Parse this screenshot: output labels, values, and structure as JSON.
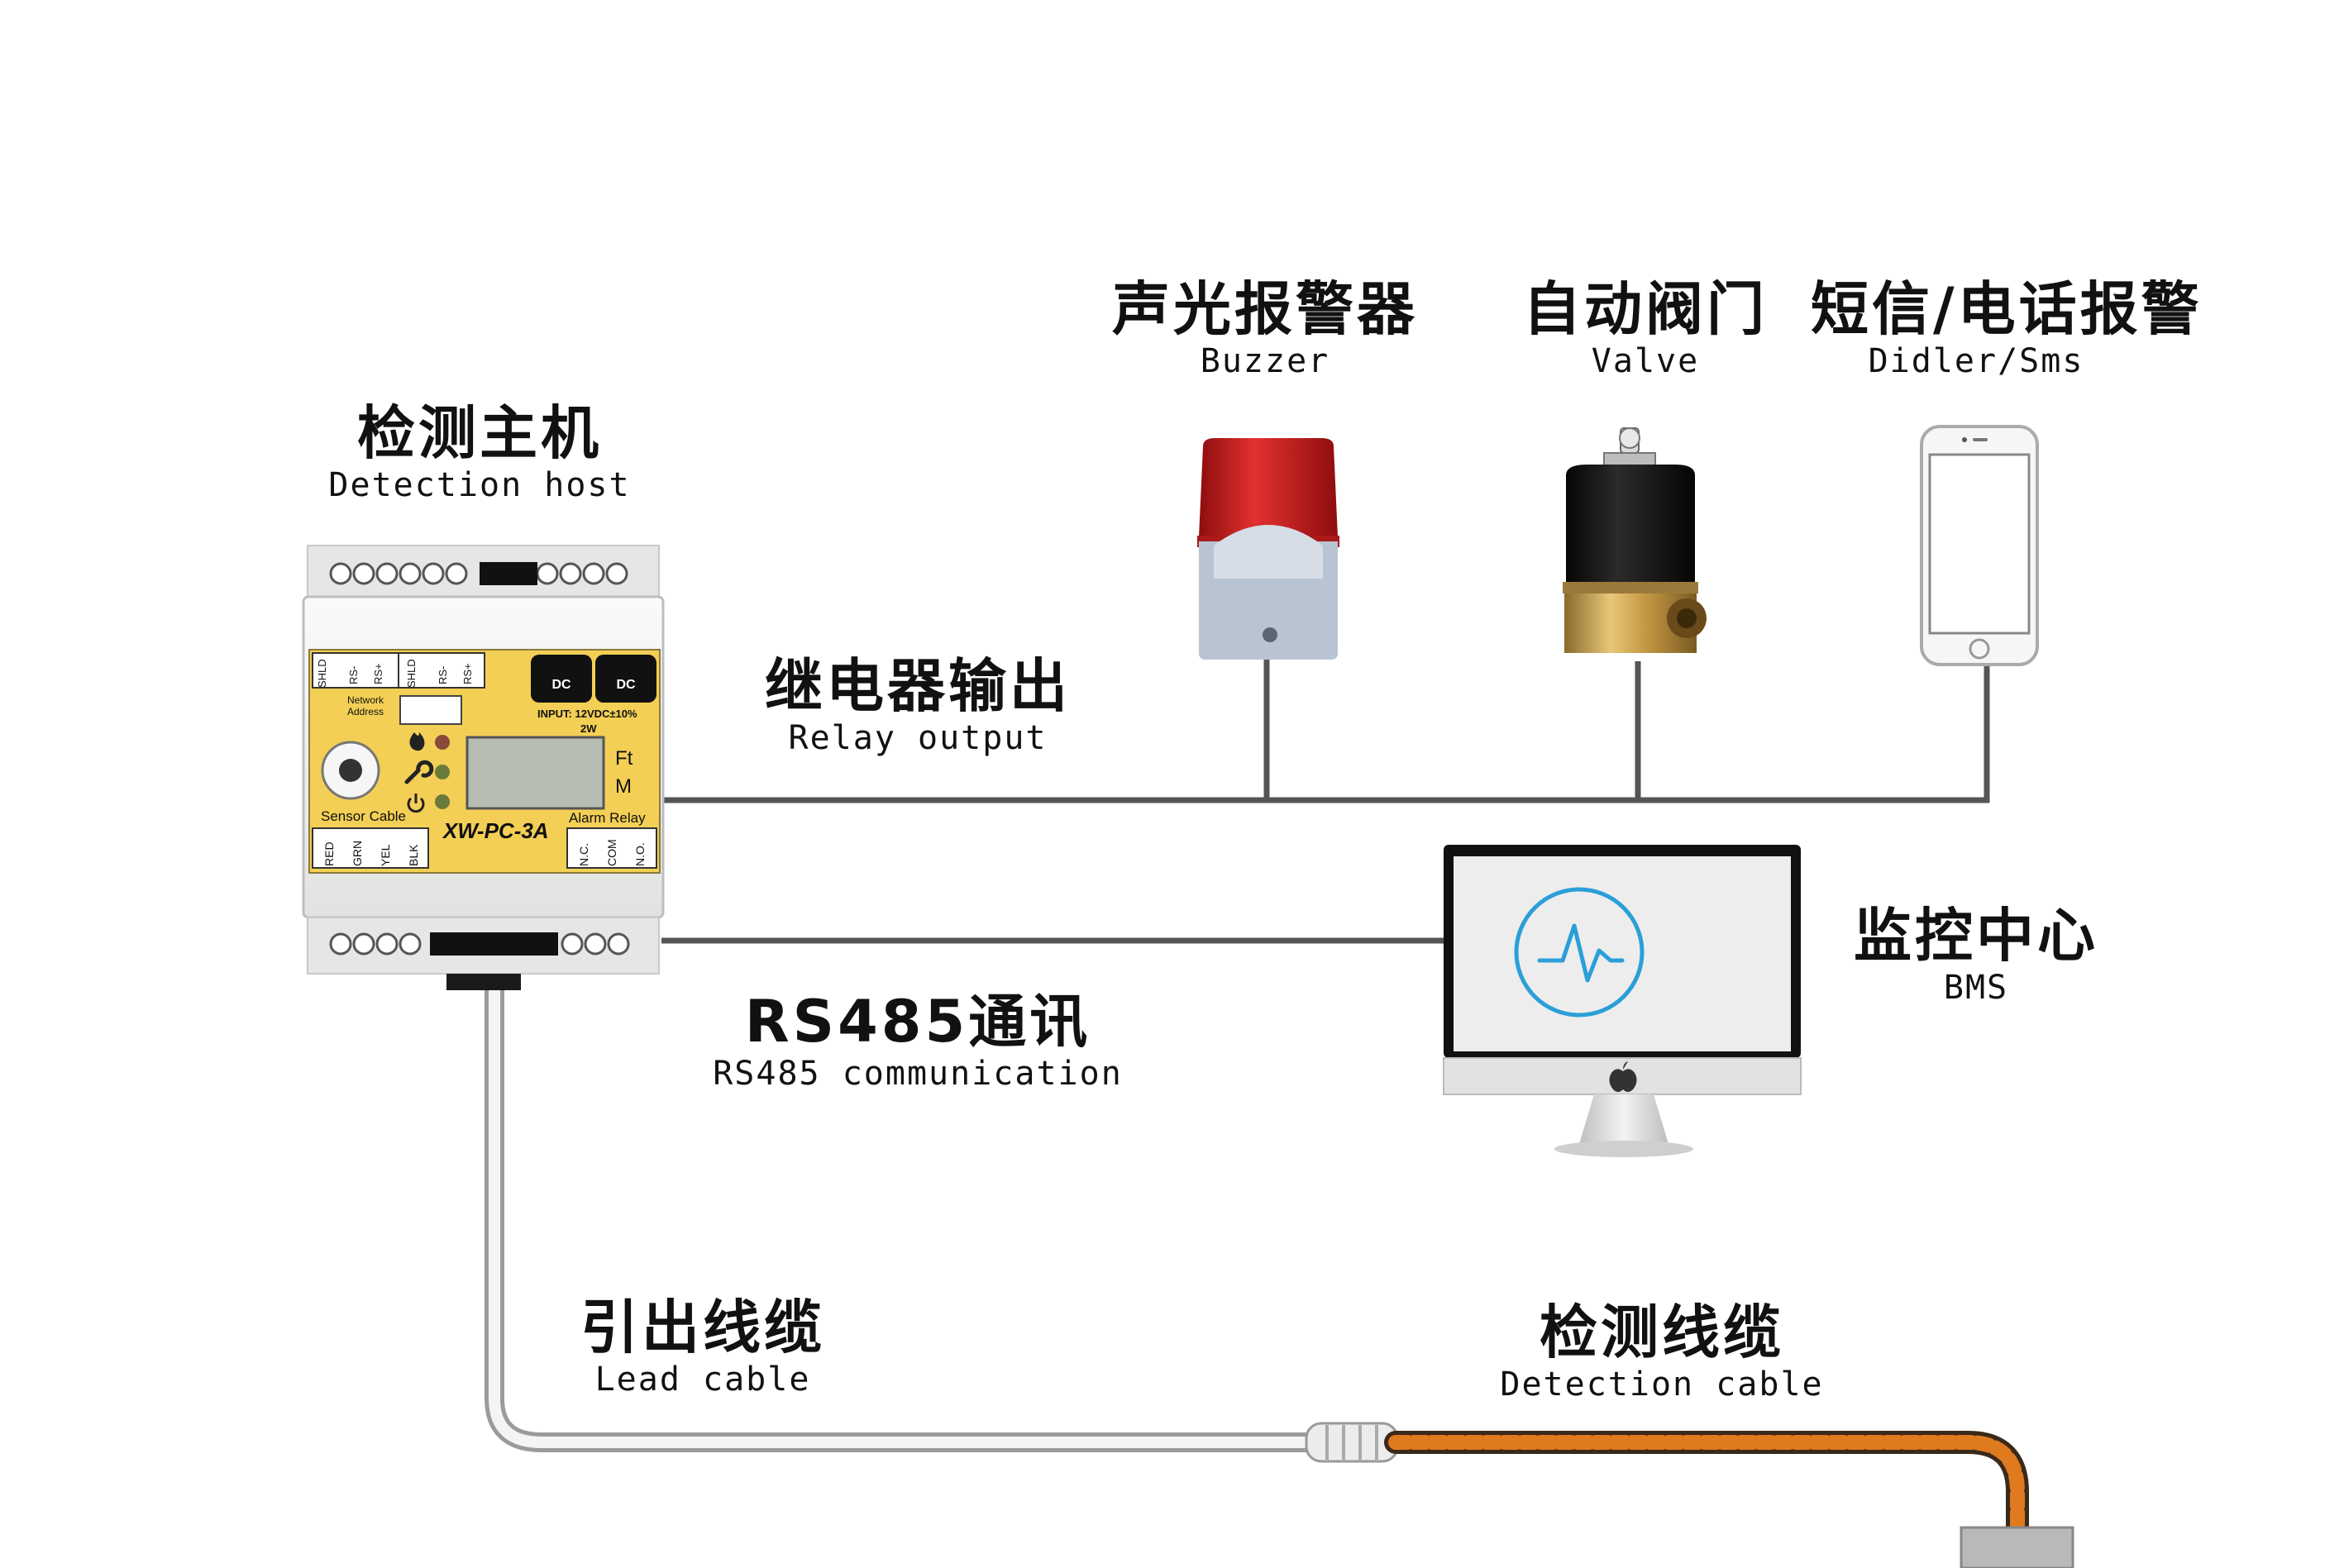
{
  "labels": {
    "host": {
      "cn": "检测主机",
      "en": "Detection host"
    },
    "buzzer": {
      "cn": "声光报警器",
      "en": "Buzzer"
    },
    "valve": {
      "cn": "自动阀门",
      "en": "Valve"
    },
    "sms": {
      "cn": "短信/电话报警",
      "en": "Didler/Sms"
    },
    "relay": {
      "cn": "继电器输出",
      "en": "Relay output"
    },
    "bms": {
      "cn": "监控中心",
      "en": "BMS"
    },
    "rs485": {
      "cn": "RS485通讯",
      "en": "RS485 communication"
    },
    "lead": {
      "cn": "引出线缆",
      "en": "Lead cable"
    },
    "detection_cable": {
      "cn": "检测线缆",
      "en": "Detection cable"
    }
  },
  "device": {
    "model": "XW-PC-3A",
    "network_address": "Network Address",
    "input": "INPUT: 12VDC±10%",
    "power": "2W",
    "sensor_cable": "Sensor Cable",
    "alarm_relay": "Alarm Relay",
    "unit_ft": "Ft",
    "unit_m": "M",
    "dc": "DC",
    "term_shld": "SHLD",
    "term_rs_minus": "RS-",
    "term_rs_plus": "RS+",
    "term_red": "RED",
    "term_grn": "GRN",
    "term_yel": "YEL",
    "term_blk": "BLK",
    "term_nc": "N.C.",
    "term_com": "COM",
    "term_no": "N.O."
  },
  "colors": {
    "panel_yellow": "#f3cf55",
    "wire": "#555555",
    "cable_orange": "#e07a1f",
    "pulse_blue": "#2a9fd8",
    "buzzer_red": "#c51818"
  },
  "icons": [
    "flame-icon",
    "wrench-icon",
    "power-icon",
    "pulse-icon",
    "apple-icon"
  ]
}
